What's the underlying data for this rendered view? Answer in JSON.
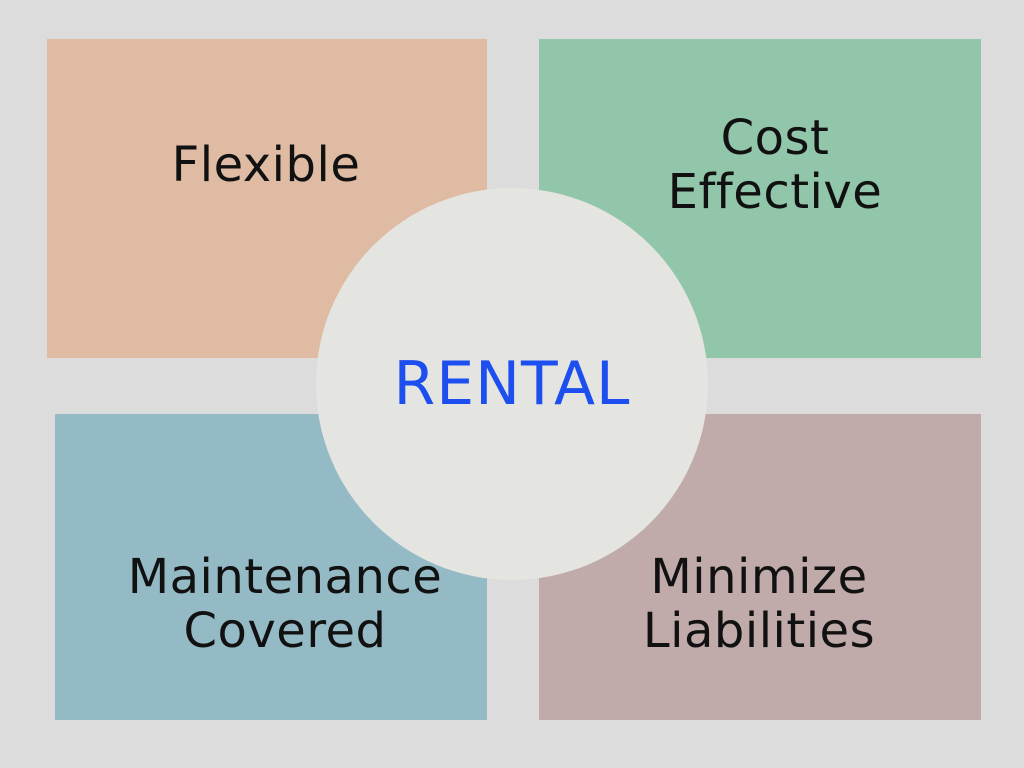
{
  "diagram": {
    "center": {
      "label": "RENTAL",
      "fill_color": "#e4e5e1",
      "text_color": "#1c4ef0"
    },
    "quadrants": [
      {
        "position": "top-left",
        "lines": [
          "Flexible"
        ],
        "color": "#dfbba4"
      },
      {
        "position": "top-right",
        "lines": [
          "Cost",
          "Effective"
        ],
        "color": "#91c6aa"
      },
      {
        "position": "bottom-left",
        "lines": [
          "Maintenance",
          "Covered"
        ],
        "color": "#94bbc5"
      },
      {
        "position": "bottom-right",
        "lines": [
          "Minimize",
          "Liabilities"
        ],
        "color": "#c0aaaa"
      }
    ],
    "background_color": "#dcdcdc"
  }
}
